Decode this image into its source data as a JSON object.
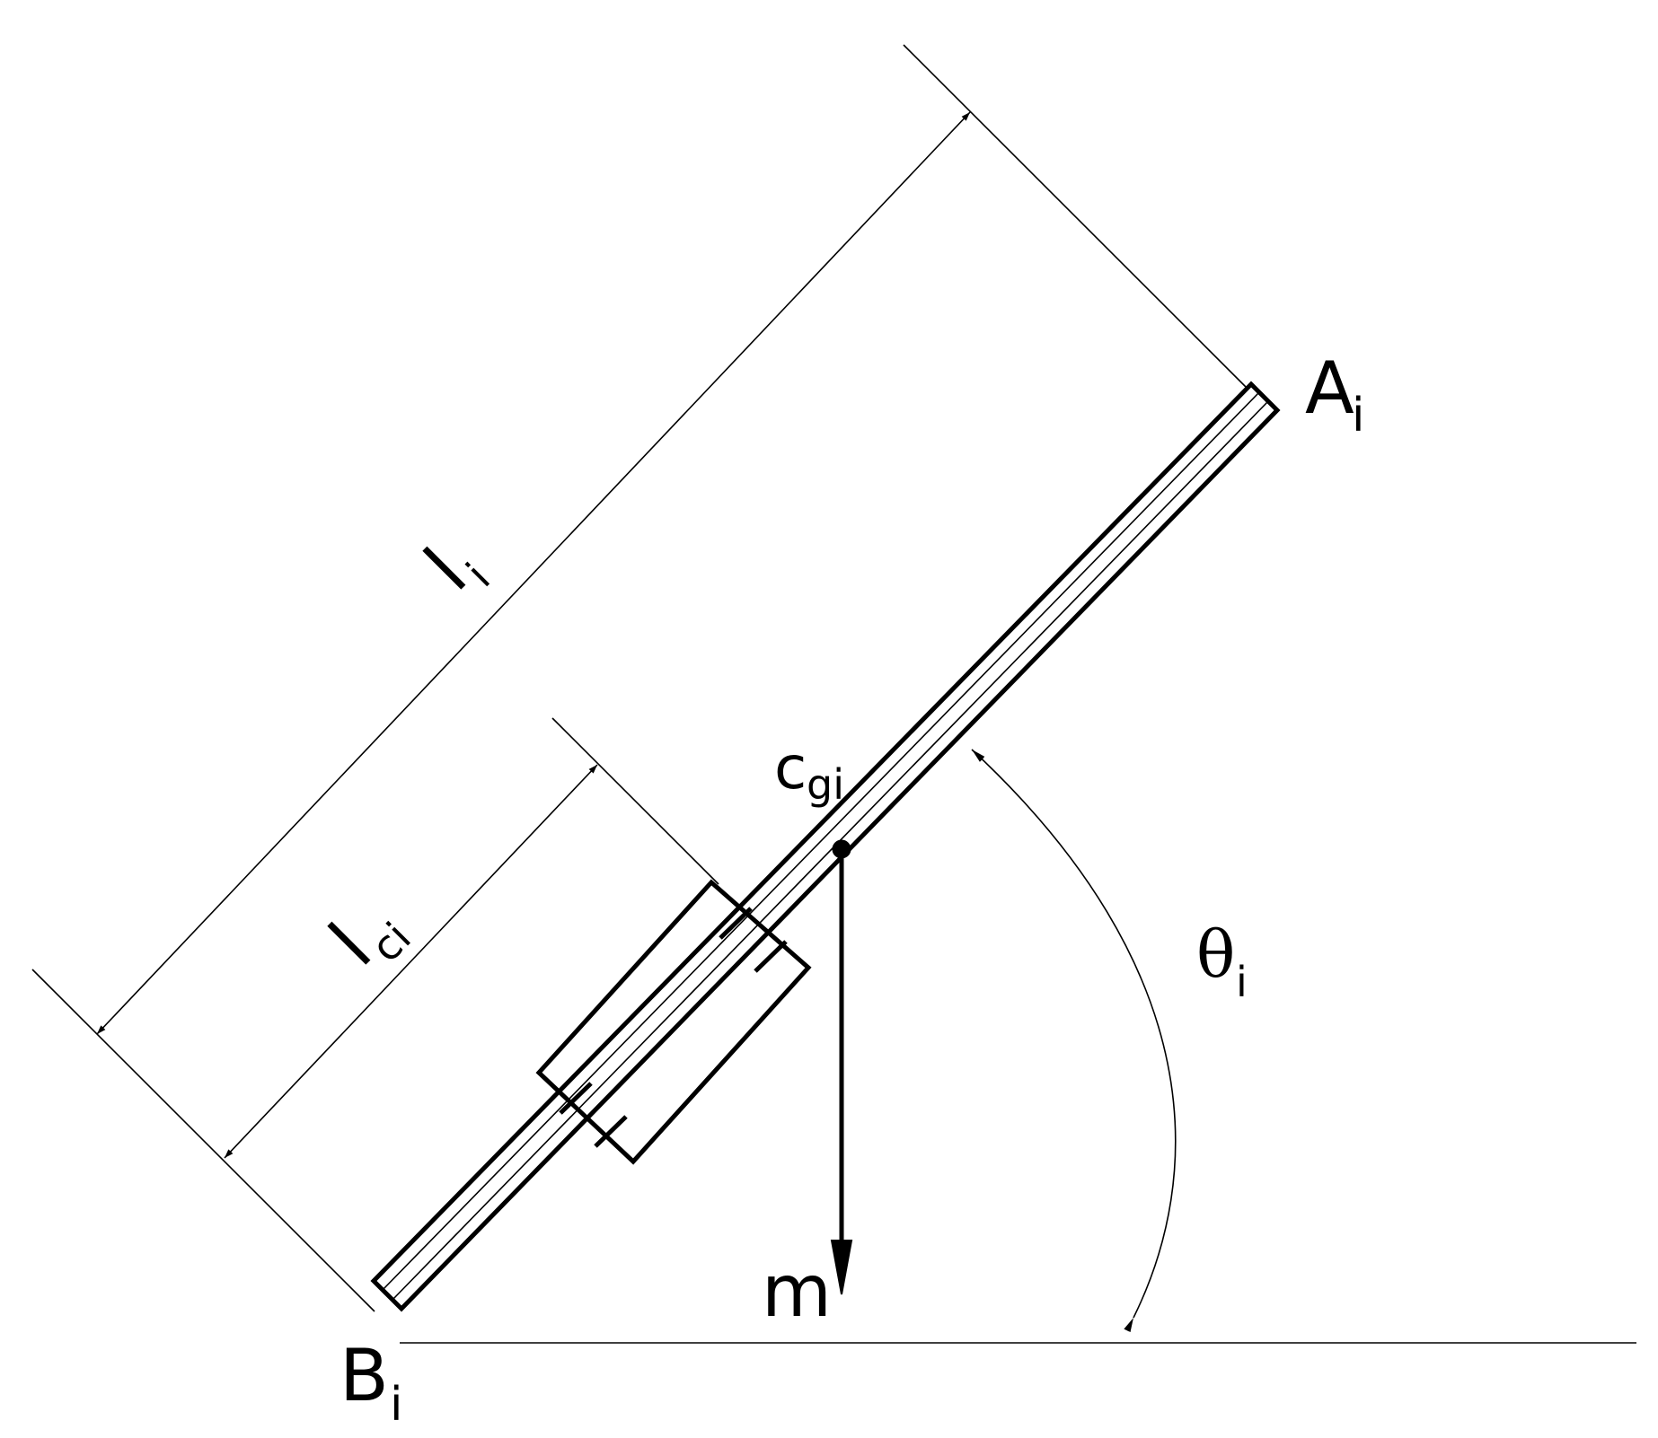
{
  "labels": {
    "point_a": "A",
    "point_a_sub": "i",
    "point_b": "B",
    "point_b_sub": "i",
    "length": "l",
    "length_sub": "i",
    "length_c": "l",
    "length_c_sub": "ci",
    "cg": "c",
    "cg_sub": "gi",
    "mass": "m",
    "angle": "θ",
    "angle_sub": "i"
  },
  "colors": {
    "ink": "#000000",
    "background": "#ffffff"
  }
}
